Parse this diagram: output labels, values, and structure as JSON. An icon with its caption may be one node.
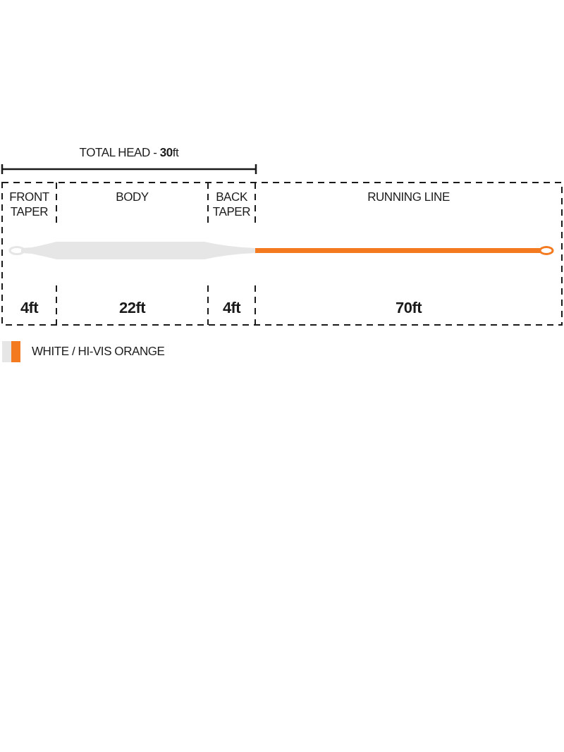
{
  "diagram": {
    "nodes": [
      {
        "text": [
          "FRONT TAPER",
          "4ft"
        ]
      },
      {
        "text": [
          "BODY",
          "22ft"
        ]
      },
      {
        "text": [
          "BACK TAPER",
          "4ft"
        ]
      },
      {
        "text": [
          "RUNNING LINE",
          "70ft"
        ]
      }
    ],
    "labels": [
      "TOTAL HEAD - **30**ft"
    ],
    "legend": [
      {
        "text": "WHITE / HI-VIS ORANGE",
        "color": "#f47a20"
      }
    ]
  }
}
